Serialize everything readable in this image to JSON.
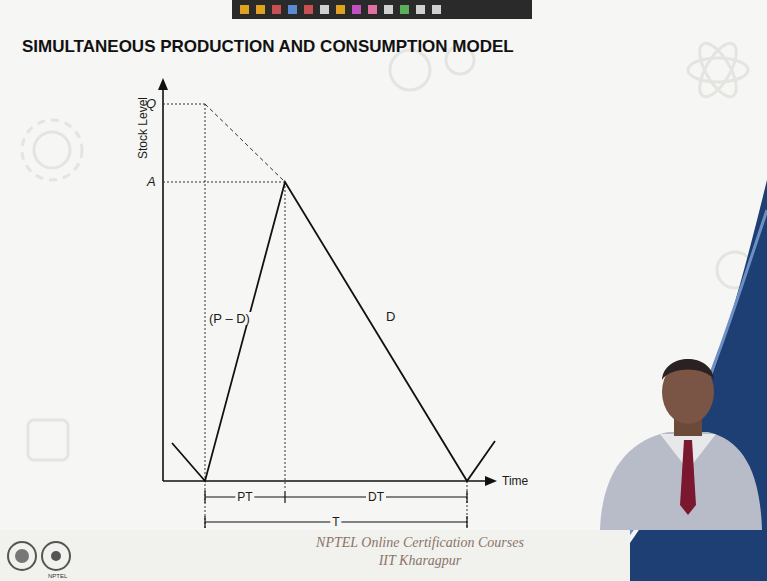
{
  "diagram": {
    "title": "SIMULTANEOUS PRODUCTION AND CONSUMPTION MODEL",
    "labels": [
      "Stock Level",
      "Q",
      "A",
      "(P – D)",
      "D",
      "PT",
      "DT",
      "T",
      "Time",
      "NPTEL Online Certification Courses",
      "IIT Kharagpur",
      "NPTEL"
    ]
  }
}
